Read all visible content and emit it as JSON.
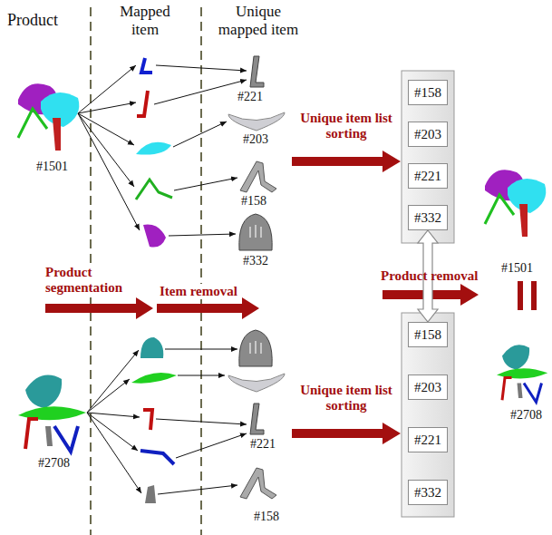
{
  "diagram": {
    "nodes": [
      {
        "text": [
          "#158"
        ]
      },
      {
        "text": [
          "#203"
        ]
      },
      {
        "text": [
          "#221"
        ]
      },
      {
        "text": [
          "#332"
        ]
      },
      {
        "text": [
          "#158"
        ]
      },
      {
        "text": [
          "#203"
        ]
      },
      {
        "text": [
          "#221"
        ]
      },
      {
        "text": [
          "#332"
        ]
      }
    ],
    "edges": [
      {
        "from": 3,
        "to": 4,
        "arrow": "both"
      }
    ],
    "labels": [
      "Product",
      "Mapped item",
      "Unique mapped item",
      "#221",
      "#203",
      "Unique item list sorting",
      "#158",
      "#1501",
      "#332",
      "#1501",
      "Product segmentation",
      "Item removal",
      "Product removal",
      "#221",
      "Unique item list sorting",
      "#158",
      "#2708",
      "#2708"
    ]
  }
}
